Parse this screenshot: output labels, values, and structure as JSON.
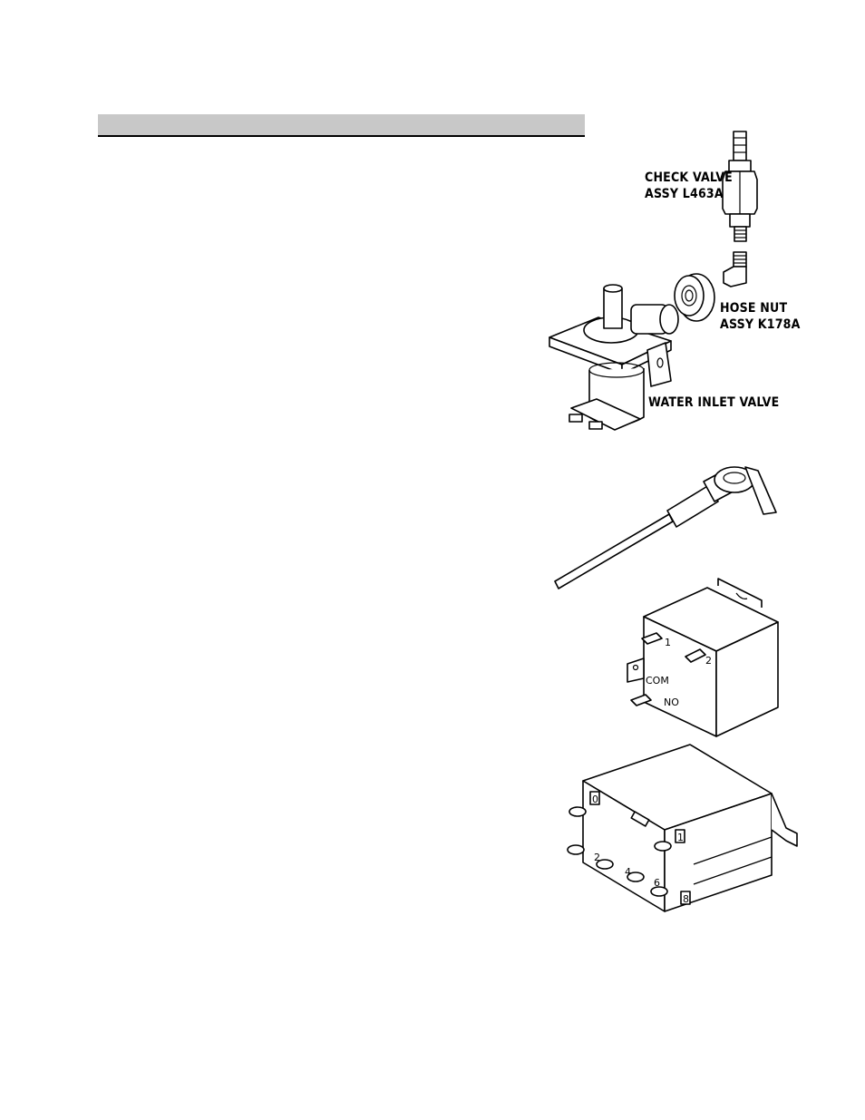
{
  "section_header": {
    "text": ""
  },
  "figures": {
    "water_valve_assembly": {
      "check_valve": {
        "line1": "CHECK VALVE",
        "line2": "ASSY L463A"
      },
      "hose_nut": {
        "line1": "HOSE NUT",
        "line2": "ASSY K178A"
      },
      "water_inlet_valve": {
        "label": "WATER INLET VALVE"
      }
    },
    "relay_small": {
      "terminals": [
        "1",
        "2",
        "COM",
        "NO"
      ]
    },
    "relay_large": {
      "terminals": [
        "0",
        "2",
        "4",
        "6",
        "1",
        "8"
      ]
    }
  }
}
